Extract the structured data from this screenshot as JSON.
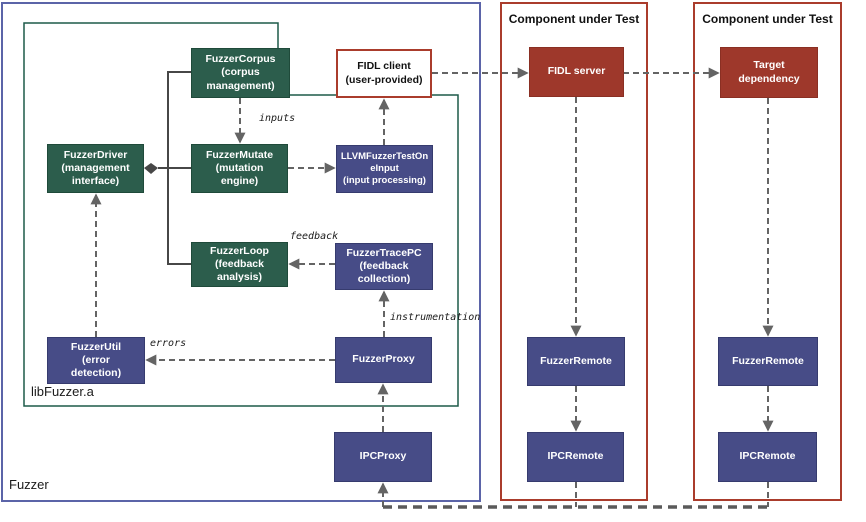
{
  "containers": {
    "fuzzer": {
      "label": "Fuzzer"
    },
    "libfuzzer": {
      "label": "libFuzzer.a"
    },
    "component_under_test_1": {
      "title": "Component under Test"
    },
    "component_under_test_2": {
      "title": "Component under Test"
    }
  },
  "nodes": {
    "fuzzer_corpus": {
      "label": "FuzzerCorpus\n(corpus\nmanagement)"
    },
    "fidl_client": {
      "label": "FIDL client\n(user-provided)"
    },
    "fuzzer_driver": {
      "label": "FuzzerDriver\n(management\ninterface)"
    },
    "fuzzer_mutate": {
      "label": "FuzzerMutate\n(mutation\nengine)"
    },
    "llvm_fuzzer_test_one_input": {
      "label": "LLVMFuzzerTestOn\neInput\n(input processing)"
    },
    "fuzzer_loop": {
      "label": "FuzzerLoop\n(feedback\nanalysis)"
    },
    "fuzzer_trace_pc": {
      "label": "FuzzerTracePC\n(feedback\ncollection)"
    },
    "fuzzer_util": {
      "label": "FuzzerUtil\n(error\ndetection)"
    },
    "fuzzer_proxy": {
      "label": "FuzzerProxy"
    },
    "ipc_proxy": {
      "label": "IPCProxy"
    },
    "fidl_server": {
      "label": "FIDL server"
    },
    "target_dependency": {
      "label": "Target\ndependency"
    },
    "fuzzer_remote_1": {
      "label": "FuzzerRemote"
    },
    "ipc_remote_1": {
      "label": "IPCRemote"
    },
    "fuzzer_remote_2": {
      "label": "FuzzerRemote"
    },
    "ipc_remote_2": {
      "label": "IPCRemote"
    }
  },
  "edge_labels": {
    "inputs": "inputs",
    "feedback": "feedback",
    "instrumentation": "instrumentation",
    "errors": "errors"
  },
  "colors": {
    "green_node": "#2c5d4c",
    "navy_node": "#474c87",
    "brick_node": "#9e382b",
    "red_border": "#aa3c2c",
    "blue_border": "#5b64a8",
    "teal_border": "#1d5a49",
    "dashed_line": "#646464",
    "solid_line": "#474747"
  }
}
